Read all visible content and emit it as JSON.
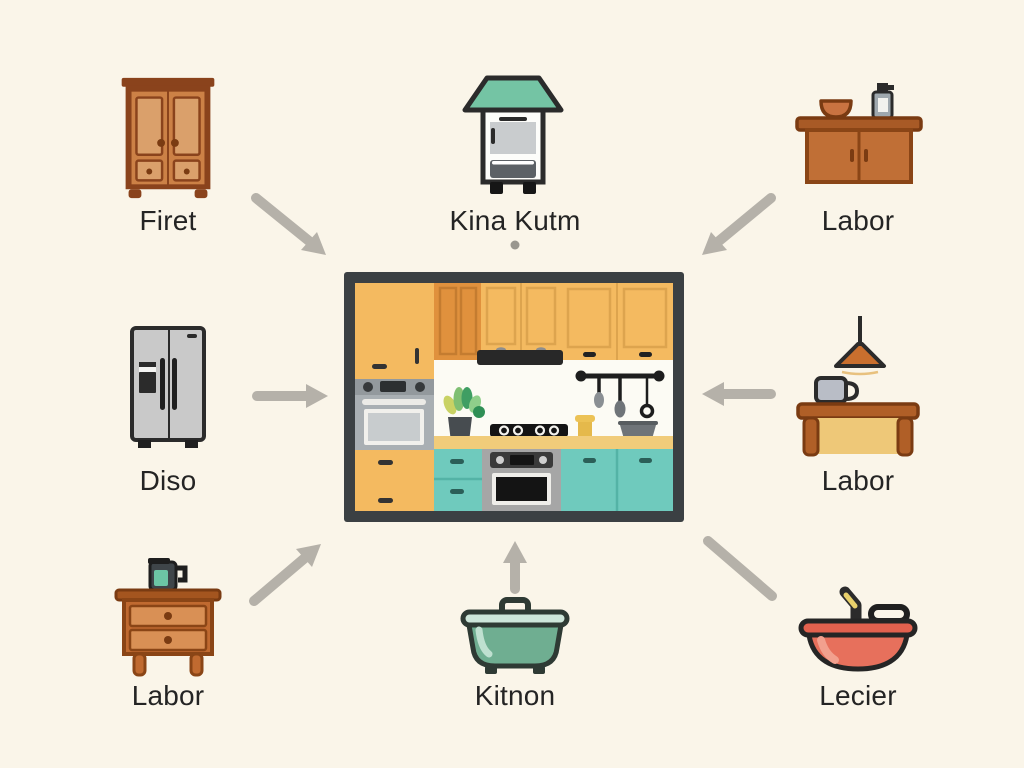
{
  "colors": {
    "background": "#faf5e9",
    "arrow": "#b5b1a9",
    "text": "#242424",
    "frame": "#3b4043",
    "cabinet_yellow": "#f4ba60",
    "cabinet_teal": "#6fcabd",
    "counter_tan": "#f1cc7a",
    "wood_brown": "#c06a30",
    "accent_green": "#74c4a4",
    "accent_red": "#e2614e"
  },
  "center": {
    "icon": "kitchen-scene-illustration"
  },
  "items": [
    {
      "icon": "wardrobe-icon",
      "label": "Firet",
      "position": "top-left"
    },
    {
      "icon": "stove-icon",
      "label": "Kina Kutm",
      "position": "top-center"
    },
    {
      "icon": "sideboard-icon",
      "label": "Labor",
      "position": "top-right"
    },
    {
      "icon": "refrigerator-icon",
      "label": "Diso",
      "position": "middle-left"
    },
    {
      "icon": "table-with-lamp-icon",
      "label": "Labor",
      "position": "middle-right"
    },
    {
      "icon": "nightstand-icon",
      "label": "Labor",
      "position": "bottom-left"
    },
    {
      "icon": "pot-icon",
      "label": "Kitnon",
      "position": "bottom-center"
    },
    {
      "icon": "bowl-icon",
      "label": "Lecier",
      "position": "bottom-right"
    }
  ],
  "connectors": [
    {
      "from": "top-left",
      "to": "center",
      "style": "arrow"
    },
    {
      "from": "top-center",
      "to": "center",
      "style": "dot"
    },
    {
      "from": "top-right",
      "to": "center",
      "style": "arrow"
    },
    {
      "from": "middle-left",
      "to": "center",
      "style": "arrow"
    },
    {
      "from": "middle-right",
      "to": "center",
      "style": "arrow"
    },
    {
      "from": "bottom-left",
      "to": "center",
      "style": "arrow"
    },
    {
      "from": "bottom-center",
      "to": "center",
      "style": "arrow"
    },
    {
      "from": "bottom-right",
      "to": "center",
      "style": "line"
    }
  ]
}
